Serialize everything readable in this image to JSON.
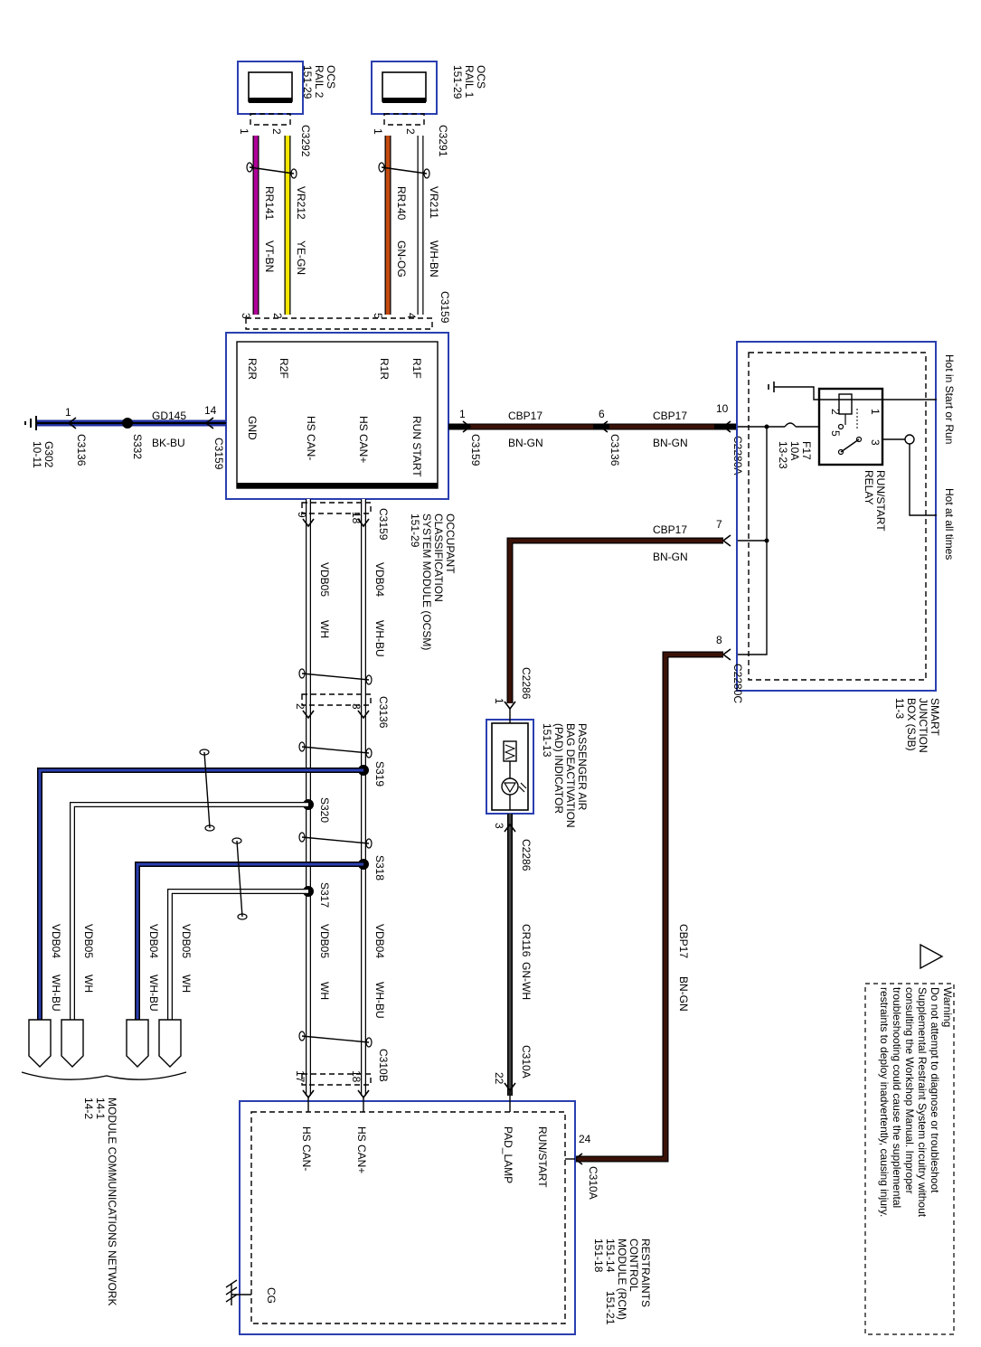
{
  "warning": {
    "title": "Warning",
    "lines": [
      "Do not attempt to diagnose or troubleshoot",
      "Supplemental Restraint System circuitry without",
      "consulting the Workshop Manual. Improper",
      "troubleshooting could cause the supplemental",
      "restraints to deploy inadvertently, causing injury."
    ]
  },
  "components": {
    "ocs_rail2": {
      "line1": "OCS",
      "line2": "RAIL 2",
      "line3": "151-29"
    },
    "ocs_rail1": {
      "line1": "OCS",
      "line2": "RAIL 1",
      "line3": "151-29"
    },
    "ocsm": {
      "line1": "OCCUPANT",
      "line2": "CLASSIFICATION",
      "line3": "SYSTEM MODULE (OCSM)",
      "line4": "151-29"
    },
    "sjb": {
      "line1": "SMART",
      "line2": "JUNCTION",
      "line3": "BOX (SJB)",
      "line4": "11-3"
    },
    "relay": {
      "line1": "RUN/START",
      "line2": "RELAY"
    },
    "pad": {
      "line1": "PASSENGER AIR",
      "line2": "BAG DEACTIVATION",
      "line3": "(PAD) INDICATOR",
      "line4": "151-13"
    },
    "rcm": {
      "line1": "RESTRAINTS",
      "line2": "CONTROL",
      "line3": "MODULE (RCM)",
      "line4a": "151-14",
      "line4b": "151-21",
      "line5": "151-18"
    },
    "network": {
      "line1": "MODULE COMMUNICATIONS NETWORK",
      "line2": "14-1",
      "line3": "14-2"
    },
    "fuse": {
      "name": "F17",
      "rating": "10A",
      "ref": "13-23"
    },
    "ground": {
      "name": "G302",
      "ref": "10-11"
    }
  },
  "power_labels": {
    "hot_start_run": "Hot in Start or Run",
    "hot_all_times": "Hot at all times"
  },
  "pins": {
    "ocsm_r2r": "R2R",
    "ocsm_r2f": "R2F",
    "ocsm_r1r": "R1R",
    "ocsm_r1f": "R1F",
    "ocsm_gnd": "GND",
    "ocsm_hscan_minus": "HS CAN-",
    "ocsm_hscan_plus": "HS CAN+",
    "ocsm_runstart": "RUN START",
    "rcm_hscan_minus": "HS CAN-",
    "rcm_hscan_plus": "HS CAN+",
    "rcm_pad_lamp": "PAD_LAMP",
    "rcm_runstart": "RUN/START",
    "rcm_cg": "CG"
  },
  "connectors": {
    "c3292": "C3292",
    "c3291": "C3291",
    "c3159_top": "C3159",
    "c3159_gnd": "C3159",
    "c3159_rs": "C3159",
    "c3159_can": "C3159",
    "c3136_gnd": "C3136",
    "c3136_rs": "C3136",
    "c3136_can": "C3136",
    "c2280a": "C2280A",
    "c2280c": "C2280C",
    "c2286_top": "C2286",
    "c2286_bot": "C2286",
    "c310a_pad": "C310A",
    "c310a_rs": "C310A",
    "c310b": "C310B"
  },
  "splices": {
    "s332": "S332",
    "s319": "S319",
    "s320": "S320",
    "s318": "S318",
    "s317": "S317"
  },
  "pin_numbers": {
    "rail2_p1": "1",
    "rail2_p2": "2",
    "rail1_p1": "1",
    "rail1_p2": "2",
    "ocsm_p3": "3",
    "ocsm_p2": "2",
    "ocsm_p5": "5",
    "ocsm_p4": "4",
    "ocsm_p14": "14",
    "ocsm_p1": "1",
    "ocsm_p9": "9",
    "ocsm_p18": "18",
    "gnd_c3136": "1",
    "rs_c3136": "6",
    "sjb_p10": "10",
    "sjb_p7": "7",
    "sjb_p8": "8",
    "can_c3136_2": "2",
    "can_c3136_3": "3",
    "pad_p1": "1",
    "pad_p3": "3",
    "rcm_p22": "22",
    "rcm_p24": "24",
    "rcm_p17": "17",
    "rcm_p18": "18",
    "relay_1": "1",
    "relay_2": "2",
    "relay_3": "3",
    "relay_5": "5"
  },
  "wires": {
    "rr141": {
      "circuit": "RR141",
      "color": "VT-BN"
    },
    "vr212": {
      "circuit": "VR212",
      "color": "YE-GN"
    },
    "rr140": {
      "circuit": "RR140",
      "color": "GN-OG"
    },
    "vr211": {
      "circuit": "VR211",
      "color": "WH-BN"
    },
    "gd145": {
      "circuit": "GD145",
      "color": "BK-BU"
    },
    "cbp17_a": {
      "circuit": "CBP17",
      "color": "BN-GN"
    },
    "cbp17_b": {
      "circuit": "CBP17",
      "color": "BN-GN"
    },
    "cbp17_c": {
      "circuit": "CBP17",
      "color": "BN-GN"
    },
    "cbp17_d": {
      "circuit": "CBP17",
      "color": "BN-GN"
    },
    "vdb05_a": {
      "circuit": "VDB05",
      "color": "WH"
    },
    "vdb04_a": {
      "circuit": "VDB04",
      "color": "WH-BU"
    },
    "vdb05_b": {
      "circuit": "VDB05",
      "color": "WH"
    },
    "vdb04_b": {
      "circuit": "VDB04",
      "color": "WH-BU"
    },
    "cr116": {
      "circuit": "CR116",
      "color": "GN-WH"
    },
    "net_vdb04_1": {
      "circuit": "VDB04",
      "color": "WH-BU"
    },
    "net_vdb05_1": {
      "circuit": "VDB05",
      "color": "WH"
    },
    "net_vdb04_2": {
      "circuit": "VDB04",
      "color": "WH-BU"
    },
    "net_vdb05_2": {
      "circuit": "VDB05",
      "color": "WH"
    }
  },
  "colors": {
    "box": "#2a3fb0",
    "brown": "#3a1208",
    "magenta": "#b0009a",
    "yellow": "#f2e600",
    "orange": "#c44a10",
    "blue": "#1e2f9a"
  }
}
